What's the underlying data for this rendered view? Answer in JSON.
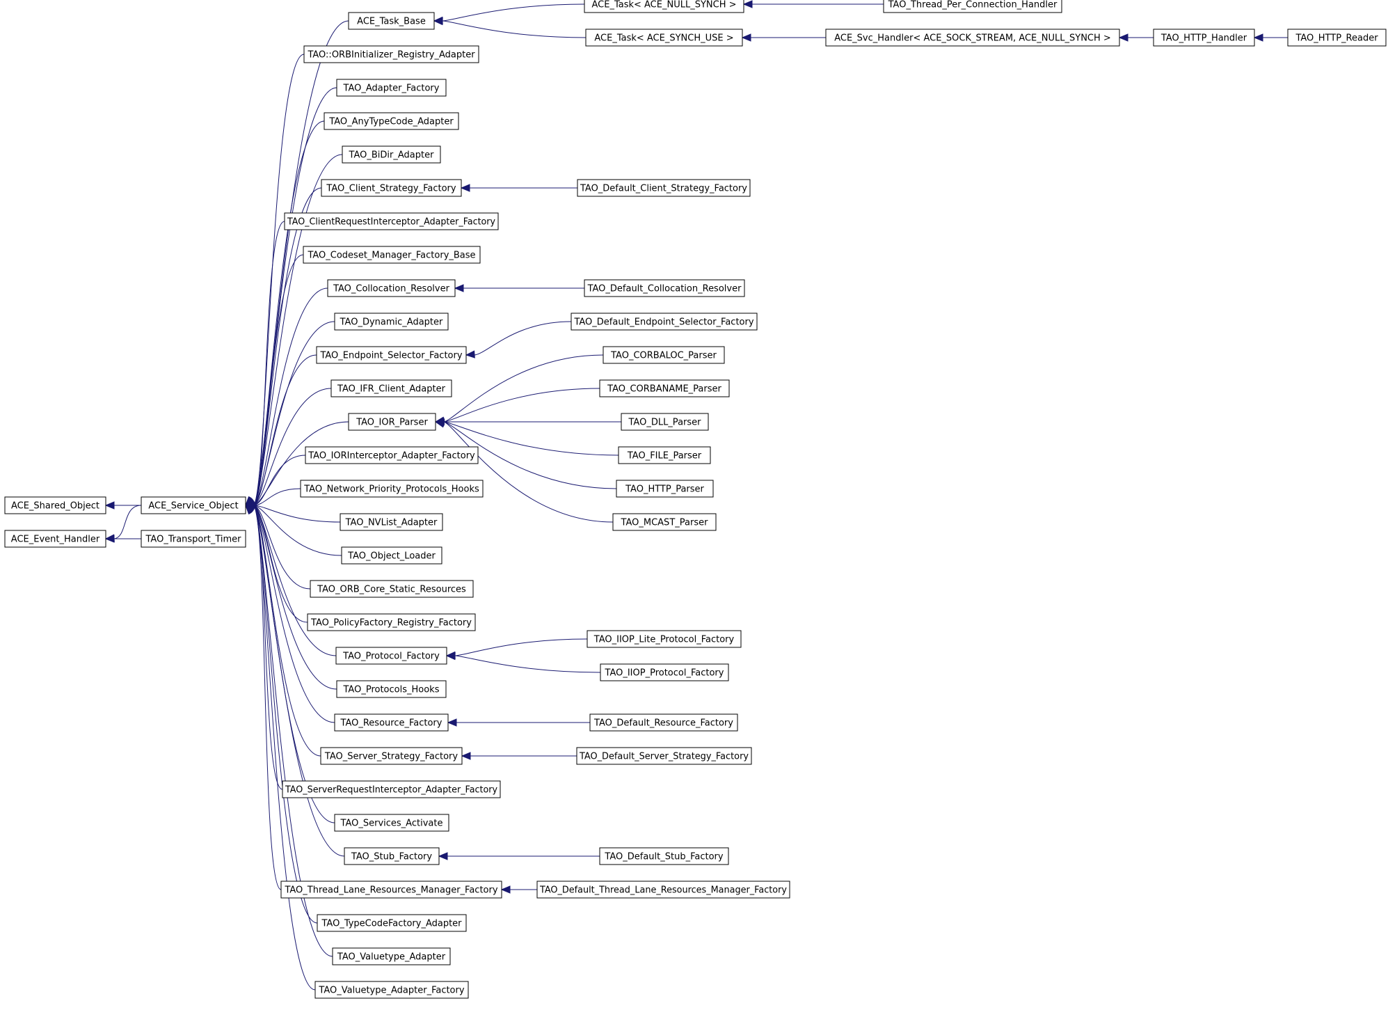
{
  "colors": {
    "edge": "#191970",
    "node_border": "#000000",
    "background": "#ffffff"
  },
  "nodes": [
    {
      "id": "ace_shared_object",
      "label": "ACE_Shared_Object"
    },
    {
      "id": "ace_event_handler",
      "label": "ACE_Event_Handler"
    },
    {
      "id": "ace_service_object",
      "label": "ACE_Service_Object"
    },
    {
      "id": "tao_transport_timer",
      "label": "TAO_Transport_Timer"
    },
    {
      "id": "ace_task_base",
      "label": "ACE_Task_Base"
    },
    {
      "id": "tao_orbinitializer_registry_adapter",
      "label": "TAO::ORBInitializer_Registry_Adapter"
    },
    {
      "id": "tao_adapter_factory",
      "label": "TAO_Adapter_Factory"
    },
    {
      "id": "tao_anytypecode_adapter",
      "label": "TAO_AnyTypeCode_Adapter"
    },
    {
      "id": "tao_bidir_adapter",
      "label": "TAO_BiDir_Adapter"
    },
    {
      "id": "tao_client_strategy_factory",
      "label": "TAO_Client_Strategy_Factory"
    },
    {
      "id": "tao_clientrequestinterceptor_adapter_factory",
      "label": "TAO_ClientRequestInterceptor_Adapter_Factory"
    },
    {
      "id": "tao_codeset_manager_factory_base",
      "label": "TAO_Codeset_Manager_Factory_Base"
    },
    {
      "id": "tao_collocation_resolver",
      "label": "TAO_Collocation_Resolver"
    },
    {
      "id": "tao_dynamic_adapter",
      "label": "TAO_Dynamic_Adapter"
    },
    {
      "id": "tao_endpoint_selector_factory",
      "label": "TAO_Endpoint_Selector_Factory"
    },
    {
      "id": "tao_ifr_client_adapter",
      "label": "TAO_IFR_Client_Adapter"
    },
    {
      "id": "tao_ior_parser",
      "label": "TAO_IOR_Parser"
    },
    {
      "id": "tao_iorinterceptor_adapter_factory",
      "label": "TAO_IORInterceptor_Adapter_Factory"
    },
    {
      "id": "tao_network_priority_protocols_hooks",
      "label": "TAO_Network_Priority_Protocols_Hooks"
    },
    {
      "id": "tao_nvlist_adapter",
      "label": "TAO_NVList_Adapter"
    },
    {
      "id": "tao_object_loader",
      "label": "TAO_Object_Loader"
    },
    {
      "id": "tao_orb_core_static_resources",
      "label": "TAO_ORB_Core_Static_Resources"
    },
    {
      "id": "tao_policyfactory_registry_factory",
      "label": "TAO_PolicyFactory_Registry_Factory"
    },
    {
      "id": "tao_protocol_factory",
      "label": "TAO_Protocol_Factory"
    },
    {
      "id": "tao_protocols_hooks",
      "label": "TAO_Protocols_Hooks"
    },
    {
      "id": "tao_resource_factory",
      "label": "TAO_Resource_Factory"
    },
    {
      "id": "tao_server_strategy_factory",
      "label": "TAO_Server_Strategy_Factory"
    },
    {
      "id": "tao_serverrequestinterceptor_adapter_factory",
      "label": "TAO_ServerRequestInterceptor_Adapter_Factory"
    },
    {
      "id": "tao_services_activate",
      "label": "TAO_Services_Activate"
    },
    {
      "id": "tao_stub_factory",
      "label": "TAO_Stub_Factory"
    },
    {
      "id": "tao_thread_lane_resources_manager_factory",
      "label": "TAO_Thread_Lane_Resources_Manager_Factory"
    },
    {
      "id": "tao_typecodefactory_adapter",
      "label": "TAO_TypeCodeFactory_Adapter"
    },
    {
      "id": "tao_valuetype_adapter",
      "label": "TAO_Valuetype_Adapter"
    },
    {
      "id": "tao_valuetype_adapter_factory",
      "label": "TAO_Valuetype_Adapter_Factory"
    },
    {
      "id": "ace_task_null_synch",
      "label": "ACE_Task< ACE_NULL_SYNCH >"
    },
    {
      "id": "ace_task_synch_use",
      "label": "ACE_Task< ACE_SYNCH_USE >"
    },
    {
      "id": "tao_thread_per_connection_handler",
      "label": "TAO_Thread_Per_Connection_Handler"
    },
    {
      "id": "ace_svc_handler",
      "label": "ACE_Svc_Handler< ACE_SOCK_STREAM, ACE_NULL_SYNCH >"
    },
    {
      "id": "tao_http_handler",
      "label": "TAO_HTTP_Handler"
    },
    {
      "id": "tao_http_reader",
      "label": "TAO_HTTP_Reader"
    },
    {
      "id": "tao_default_client_strategy_factory",
      "label": "TAO_Default_Client_Strategy_Factory"
    },
    {
      "id": "tao_default_collocation_resolver",
      "label": "TAO_Default_Collocation_Resolver"
    },
    {
      "id": "tao_default_endpoint_selector_factory",
      "label": "TAO_Default_Endpoint_Selector_Factory"
    },
    {
      "id": "tao_corbaloc_parser",
      "label": "TAO_CORBALOC_Parser"
    },
    {
      "id": "tao_corbaname_parser",
      "label": "TAO_CORBANAME_Parser"
    },
    {
      "id": "tao_dll_parser",
      "label": "TAO_DLL_Parser"
    },
    {
      "id": "tao_file_parser",
      "label": "TAO_FILE_Parser"
    },
    {
      "id": "tao_http_parser",
      "label": "TAO_HTTP_Parser"
    },
    {
      "id": "tao_mcast_parser",
      "label": "TAO_MCAST_Parser"
    },
    {
      "id": "tao_iiop_lite_protocol_factory",
      "label": "TAO_IIOP_Lite_Protocol_Factory"
    },
    {
      "id": "tao_iiop_protocol_factory",
      "label": "TAO_IIOP_Protocol_Factory"
    },
    {
      "id": "tao_default_resource_factory",
      "label": "TAO_Default_Resource_Factory"
    },
    {
      "id": "tao_default_server_strategy_factory",
      "label": "TAO_Default_Server_Strategy_Factory"
    },
    {
      "id": "tao_default_stub_factory",
      "label": "TAO_Default_Stub_Factory"
    },
    {
      "id": "tao_default_thread_lane_resources_manager_factory",
      "label": "TAO_Default_Thread_Lane_Resources_Manager_Factory"
    }
  ],
  "edges": [
    {
      "from": "ace_service_object",
      "to": "ace_shared_object"
    },
    {
      "from": "tao_transport_timer",
      "to": "ace_event_handler"
    },
    {
      "from": "ace_service_object",
      "to": "ace_event_handler"
    },
    {
      "from": "ace_task_base",
      "to": "ace_service_object"
    },
    {
      "from": "tao_orbinitializer_registry_adapter",
      "to": "ace_service_object"
    },
    {
      "from": "tao_adapter_factory",
      "to": "ace_service_object"
    },
    {
      "from": "tao_anytypecode_adapter",
      "to": "ace_service_object"
    },
    {
      "from": "tao_bidir_adapter",
      "to": "ace_service_object"
    },
    {
      "from": "tao_client_strategy_factory",
      "to": "ace_service_object"
    },
    {
      "from": "tao_clientrequestinterceptor_adapter_factory",
      "to": "ace_service_object"
    },
    {
      "from": "tao_codeset_manager_factory_base",
      "to": "ace_service_object"
    },
    {
      "from": "tao_collocation_resolver",
      "to": "ace_service_object"
    },
    {
      "from": "tao_dynamic_adapter",
      "to": "ace_service_object"
    },
    {
      "from": "tao_endpoint_selector_factory",
      "to": "ace_service_object"
    },
    {
      "from": "tao_ifr_client_adapter",
      "to": "ace_service_object"
    },
    {
      "from": "tao_ior_parser",
      "to": "ace_service_object"
    },
    {
      "from": "tao_iorinterceptor_adapter_factory",
      "to": "ace_service_object"
    },
    {
      "from": "tao_network_priority_protocols_hooks",
      "to": "ace_service_object"
    },
    {
      "from": "tao_nvlist_adapter",
      "to": "ace_service_object"
    },
    {
      "from": "tao_object_loader",
      "to": "ace_service_object"
    },
    {
      "from": "tao_orb_core_static_resources",
      "to": "ace_service_object"
    },
    {
      "from": "tao_policyfactory_registry_factory",
      "to": "ace_service_object"
    },
    {
      "from": "tao_protocol_factory",
      "to": "ace_service_object"
    },
    {
      "from": "tao_protocols_hooks",
      "to": "ace_service_object"
    },
    {
      "from": "tao_resource_factory",
      "to": "ace_service_object"
    },
    {
      "from": "tao_server_strategy_factory",
      "to": "ace_service_object"
    },
    {
      "from": "tao_serverrequestinterceptor_adapter_factory",
      "to": "ace_service_object"
    },
    {
      "from": "tao_services_activate",
      "to": "ace_service_object"
    },
    {
      "from": "tao_stub_factory",
      "to": "ace_service_object"
    },
    {
      "from": "tao_thread_lane_resources_manager_factory",
      "to": "ace_service_object"
    },
    {
      "from": "tao_typecodefactory_adapter",
      "to": "ace_service_object"
    },
    {
      "from": "tao_valuetype_adapter",
      "to": "ace_service_object"
    },
    {
      "from": "tao_valuetype_adapter_factory",
      "to": "ace_service_object"
    },
    {
      "from": "ace_task_null_synch",
      "to": "ace_task_base"
    },
    {
      "from": "ace_task_synch_use",
      "to": "ace_task_base"
    },
    {
      "from": "tao_thread_per_connection_handler",
      "to": "ace_task_null_synch"
    },
    {
      "from": "ace_svc_handler",
      "to": "ace_task_synch_use"
    },
    {
      "from": "tao_http_handler",
      "to": "ace_svc_handler"
    },
    {
      "from": "tao_http_reader",
      "to": "tao_http_handler"
    },
    {
      "from": "tao_default_client_strategy_factory",
      "to": "tao_client_strategy_factory"
    },
    {
      "from": "tao_default_collocation_resolver",
      "to": "tao_collocation_resolver"
    },
    {
      "from": "tao_default_endpoint_selector_factory",
      "to": "tao_endpoint_selector_factory"
    },
    {
      "from": "tao_corbaloc_parser",
      "to": "tao_ior_parser"
    },
    {
      "from": "tao_corbaname_parser",
      "to": "tao_ior_parser"
    },
    {
      "from": "tao_dll_parser",
      "to": "tao_ior_parser"
    },
    {
      "from": "tao_file_parser",
      "to": "tao_ior_parser"
    },
    {
      "from": "tao_http_parser",
      "to": "tao_ior_parser"
    },
    {
      "from": "tao_mcast_parser",
      "to": "tao_ior_parser"
    },
    {
      "from": "tao_iiop_lite_protocol_factory",
      "to": "tao_protocol_factory"
    },
    {
      "from": "tao_iiop_protocol_factory",
      "to": "tao_protocol_factory"
    },
    {
      "from": "tao_default_resource_factory",
      "to": "tao_resource_factory"
    },
    {
      "from": "tao_default_server_strategy_factory",
      "to": "tao_server_strategy_factory"
    },
    {
      "from": "tao_default_stub_factory",
      "to": "tao_stub_factory"
    },
    {
      "from": "tao_default_thread_lane_resources_manager_factory",
      "to": "tao_thread_lane_resources_manager_factory"
    }
  ]
}
